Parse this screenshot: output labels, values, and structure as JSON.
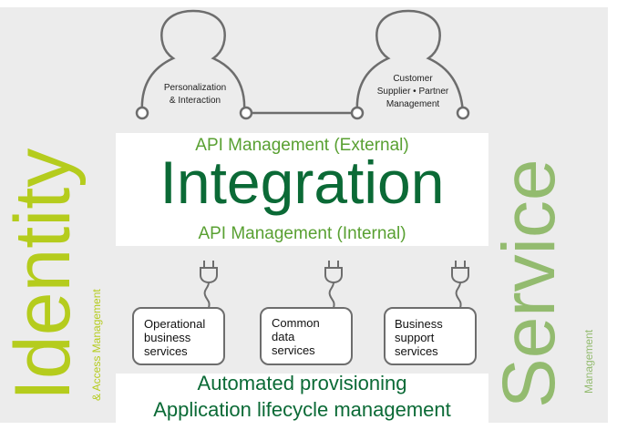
{
  "sides": {
    "left_big": "Identity",
    "left_small": "& Access Management",
    "right_big": "Service",
    "right_small": "Management"
  },
  "personas": [
    {
      "label": "Personalization\n& Interaction"
    },
    {
      "label": "Customer\nSupplier • Partner\nManagement"
    }
  ],
  "center": {
    "api_external": "API Management (External)",
    "integration": "Integration",
    "api_internal": "API Management (Internal)"
  },
  "services": [
    {
      "label": "Operational\nbusiness\nservices"
    },
    {
      "label": "Common\ndata\nservices"
    },
    {
      "label": "Business\nsupport\nservices"
    }
  ],
  "bottom": {
    "line1": "Automated provisioning",
    "line2": "Application lifecycle management"
  },
  "colors": {
    "lime": "#b5cc1d",
    "sage": "#93bb6f",
    "mid_green": "#59a032",
    "dark_green": "#0b6a36",
    "panel": "#ececec",
    "icon_stroke": "#6d6d6d"
  }
}
